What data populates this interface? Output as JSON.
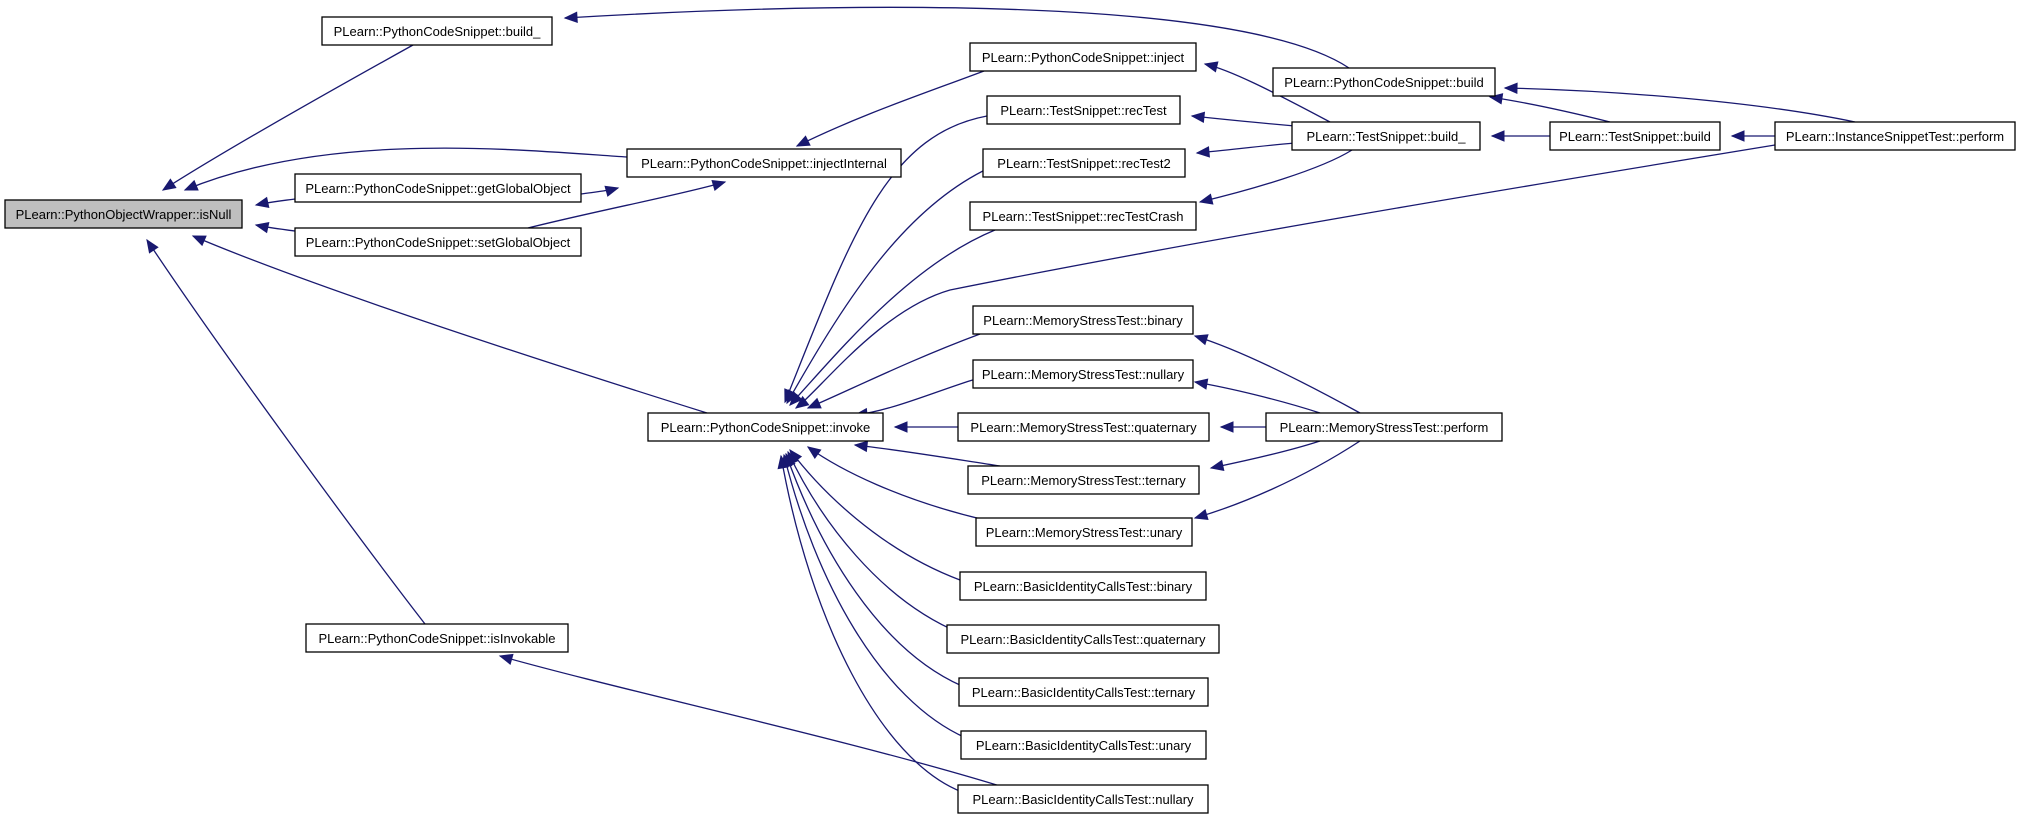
{
  "graph": {
    "nodes": [
      {
        "id": "isNull",
        "label": "PLearn::PythonObjectWrapper::isNull",
        "root": true
      },
      {
        "id": "build_pcs",
        "label": "PLearn::PythonCodeSnippet::build_"
      },
      {
        "id": "injectInternal",
        "label": "PLearn::PythonCodeSnippet::injectInternal"
      },
      {
        "id": "getGlobalObject",
        "label": "PLearn::PythonCodeSnippet::getGlobalObject"
      },
      {
        "id": "setGlobalObject",
        "label": "PLearn::PythonCodeSnippet::setGlobalObject"
      },
      {
        "id": "invoke",
        "label": "PLearn::PythonCodeSnippet::invoke"
      },
      {
        "id": "isInvokable",
        "label": "PLearn::PythonCodeSnippet::isInvokable"
      },
      {
        "id": "inject",
        "label": "PLearn::PythonCodeSnippet::inject"
      },
      {
        "id": "recTest",
        "label": "PLearn::TestSnippet::recTest"
      },
      {
        "id": "recTest2",
        "label": "PLearn::TestSnippet::recTest2"
      },
      {
        "id": "recTestCrash",
        "label": "PLearn::TestSnippet::recTestCrash"
      },
      {
        "id": "ms_binary",
        "label": "PLearn::MemoryStressTest::binary"
      },
      {
        "id": "ms_nullary",
        "label": "PLearn::MemoryStressTest::nullary"
      },
      {
        "id": "ms_quaternary",
        "label": "PLearn::MemoryStressTest::quaternary"
      },
      {
        "id": "ms_ternary",
        "label": "PLearn::MemoryStressTest::ternary"
      },
      {
        "id": "ms_unary",
        "label": "PLearn::MemoryStressTest::unary"
      },
      {
        "id": "bi_binary",
        "label": "PLearn::BasicIdentityCallsTest::binary"
      },
      {
        "id": "bi_quaternary",
        "label": "PLearn::BasicIdentityCallsTest::quaternary"
      },
      {
        "id": "bi_ternary",
        "label": "PLearn::BasicIdentityCallsTest::ternary"
      },
      {
        "id": "bi_unary",
        "label": "PLearn::BasicIdentityCallsTest::unary"
      },
      {
        "id": "bi_nullary",
        "label": "PLearn::BasicIdentityCallsTest::nullary"
      },
      {
        "id": "pcs_build",
        "label": "PLearn::PythonCodeSnippet::build"
      },
      {
        "id": "ts_build_",
        "label": "PLearn::TestSnippet::build_"
      },
      {
        "id": "ms_perform",
        "label": "PLearn::MemoryStressTest::perform"
      },
      {
        "id": "ts_build",
        "label": "PLearn::TestSnippet::build"
      },
      {
        "id": "ist_perform",
        "label": "PLearn::InstanceSnippetTest::perform"
      }
    ],
    "edges": [
      {
        "from": "build_pcs",
        "to": "isNull"
      },
      {
        "from": "injectInternal",
        "to": "isNull"
      },
      {
        "from": "getGlobalObject",
        "to": "isNull"
      },
      {
        "from": "setGlobalObject",
        "to": "isNull"
      },
      {
        "from": "invoke",
        "to": "isNull"
      },
      {
        "from": "isInvokable",
        "to": "isNull"
      },
      {
        "from": "pcs_build",
        "to": "build_pcs"
      },
      {
        "from": "getGlobalObject",
        "to": "injectInternal"
      },
      {
        "from": "setGlobalObject",
        "to": "injectInternal"
      },
      {
        "from": "inject",
        "to": "injectInternal"
      },
      {
        "from": "recTest",
        "to": "invoke"
      },
      {
        "from": "recTest2",
        "to": "invoke"
      },
      {
        "from": "recTestCrash",
        "to": "invoke"
      },
      {
        "from": "ist_perform",
        "to": "invoke"
      },
      {
        "from": "ms_binary",
        "to": "invoke"
      },
      {
        "from": "ms_nullary",
        "to": "invoke"
      },
      {
        "from": "ms_quaternary",
        "to": "invoke"
      },
      {
        "from": "ms_ternary",
        "to": "invoke"
      },
      {
        "from": "ms_unary",
        "to": "invoke"
      },
      {
        "from": "bi_binary",
        "to": "invoke"
      },
      {
        "from": "bi_quaternary",
        "to": "invoke"
      },
      {
        "from": "bi_ternary",
        "to": "invoke"
      },
      {
        "from": "bi_unary",
        "to": "invoke"
      },
      {
        "from": "bi_nullary",
        "to": "invoke"
      },
      {
        "from": "bi_nullary",
        "to": "isInvokable"
      },
      {
        "from": "ts_build_",
        "to": "inject"
      },
      {
        "from": "ts_build_",
        "to": "recTest"
      },
      {
        "from": "ts_build_",
        "to": "recTest2"
      },
      {
        "from": "ts_build_",
        "to": "recTestCrash"
      },
      {
        "from": "ms_perform",
        "to": "ms_binary"
      },
      {
        "from": "ms_perform",
        "to": "ms_nullary"
      },
      {
        "from": "ms_perform",
        "to": "ms_quaternary"
      },
      {
        "from": "ms_perform",
        "to": "ms_ternary"
      },
      {
        "from": "ms_perform",
        "to": "ms_unary"
      },
      {
        "from": "ts_build",
        "to": "pcs_build"
      },
      {
        "from": "ist_perform",
        "to": "pcs_build"
      },
      {
        "from": "ts_build",
        "to": "ts_build_"
      },
      {
        "from": "ist_perform",
        "to": "ts_build"
      }
    ],
    "colors": {
      "edge": "#191970",
      "node_border": "#000000",
      "node_fill": "#ffffff",
      "root_fill": "#bfbfbf"
    }
  }
}
